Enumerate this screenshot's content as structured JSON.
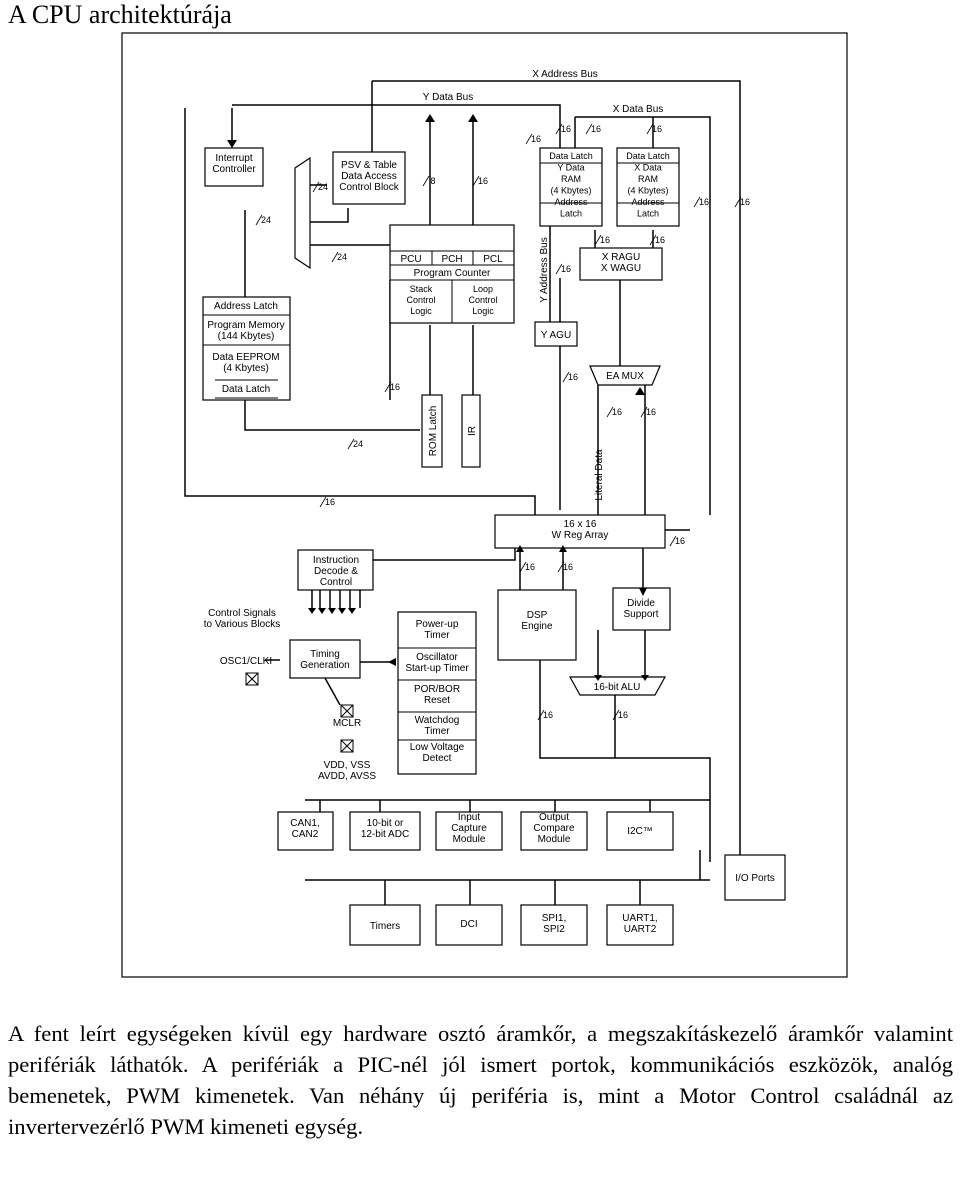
{
  "page": {
    "title": "A CPU architektúrája",
    "paragraph": "A fent leírt egységeken kívül egy hardware osztó áramkőr, a megszakításkezelő áramkőr valamint perifériák láthatók. A perifériák a PIC-nél jól ismert portok, kommunikációs eszközök, analóg bemenetek, PWM kimenetek. Van néhány új periféria is, mint a Motor Control családnál az invertervezérlő PWM kimeneti egység."
  },
  "diagram": {
    "buses": {
      "x_address": "X Address Bus",
      "y_data": "Y Data Bus",
      "x_data": "X Data Bus",
      "y_address": "Y Address Bus",
      "literal_data": "Literal Data"
    },
    "blocks": {
      "interrupt_controller": [
        "Interrupt",
        "Controller"
      ],
      "psv": [
        "PSV & Table",
        "Data Access",
        "Control Block"
      ],
      "y_ram": [
        "Data Latch",
        "Y Data",
        "RAM",
        "(4 Kbytes)",
        "Address",
        "Latch"
      ],
      "x_ram": [
        "Data Latch",
        "X Data",
        "RAM",
        "(4 Kbytes)",
        "Address",
        "Latch"
      ],
      "pcu": "PCU",
      "pch": "PCH",
      "pcl": "PCL",
      "program_counter": "Program Counter",
      "stack_control": [
        "Stack",
        "Control",
        "Logic"
      ],
      "loop_control": [
        "Loop",
        "Control",
        "Logic"
      ],
      "agu_xy": [
        "X RAGU",
        "X WAGU"
      ],
      "yagu": "Y AGU",
      "address_latch": "Address Latch",
      "program_memory": [
        "Program Memory",
        "(144 Kbytes)"
      ],
      "data_eeprom": [
        "Data EEPROM",
        "(4 Kbytes)"
      ],
      "data_latch": "Data Latch",
      "ea_mux": "EA MUX",
      "rom_latch": "ROM Latch",
      "ir": "IR",
      "w_reg": [
        "16 x 16",
        "W Reg Array"
      ],
      "instruction_decode": [
        "Instruction",
        "Decode &",
        "Control"
      ],
      "control_signals": [
        "Control Signals",
        "to Various Blocks"
      ],
      "power_up_timer": [
        "Power-up",
        "Timer"
      ],
      "oscillator_startup": [
        "Oscillator",
        "Start-up Timer"
      ],
      "por_bor": [
        "POR/BOR",
        "Reset"
      ],
      "watchdog": [
        "Watchdog",
        "Timer"
      ],
      "low_voltage": [
        "Low Voltage",
        "Detect"
      ],
      "dsp_engine": [
        "DSP",
        "Engine"
      ],
      "divide_support": [
        "Divide",
        "Support"
      ],
      "alu": "16-bit ALU",
      "osc": "OSC1/CLKI",
      "timing": [
        "Timing",
        "Generation"
      ],
      "mclr": "MCLR",
      "vdd_vss": [
        "VDD, VSS",
        "AVDD, AVSS"
      ],
      "can": [
        "CAN1,",
        "CAN2"
      ],
      "adc": [
        "10-bit or",
        "12-bit ADC"
      ],
      "input_capture": [
        "Input",
        "Capture",
        "Module"
      ],
      "output_compare": [
        "Output",
        "Compare",
        "Module"
      ],
      "i2c": "I2C™",
      "io_ports": "I/O Ports",
      "timers": "Timers",
      "dci": "DCI",
      "spi": [
        "SPI1,",
        "SPI2"
      ],
      "uart": [
        "UART1,",
        "UART2"
      ]
    },
    "widths": {
      "w16": "16",
      "w24": "24",
      "w8": "8"
    }
  }
}
